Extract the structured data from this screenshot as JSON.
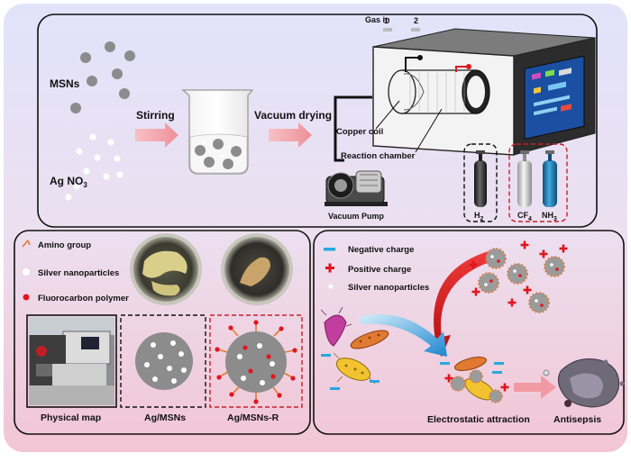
{
  "top_panel": {
    "msns_label": "MSNs",
    "agno3_main": "Ag NO",
    "agno3_sub": "3",
    "stirring_label": "Stirring",
    "vacuum_drying_label": "Vacuum drying",
    "copper_coil_label": "Copper coil",
    "reaction_chamber_label": "Reaction chamber",
    "vacuum_pump_label": "Vacuum Pump",
    "gas_in_label": "Gas in",
    "gas_port_1": "1",
    "gas_port_2": "2",
    "h2_main": "H",
    "h2_sub": "2",
    "cf4_main": "CF",
    "cf4_sub": "4",
    "nh3_main": "NH",
    "nh3_sub": "3"
  },
  "bottom_left_panel": {
    "legend_amino": "Amino group",
    "legend_silver": "Silver nanoparticles",
    "legend_fluoro": "Fluorocarbon polymer",
    "physical_map_label": "Physical map",
    "ag_msns_label": "Ag/MSNs",
    "ag_msns_r_label": "Ag/MSNs-R"
  },
  "bottom_right_panel": {
    "legend_negative": "Negative charge",
    "legend_positive": "Positive charge",
    "legend_silver": "Silver nanoparticles",
    "electrostatic_label": "Electrostatic attraction",
    "antisepsis_label": "Antisepsis"
  },
  "colors": {
    "background_top": "#e6e6fb",
    "background_bottom": "#f3c9d6",
    "arrow_pink": "#f29aa3",
    "nanoparticle_gray": "#8c8c8c",
    "negative_blue": "#29a8e0",
    "positive_red": "#e0161f",
    "dashed_red": "#c8202a"
  },
  "icons": [
    "beaker-icon",
    "reactor-device-icon",
    "vacuum-pump-icon",
    "gas-cylinder-icon",
    "bacteria-icon",
    "petri-dish-icon"
  ]
}
